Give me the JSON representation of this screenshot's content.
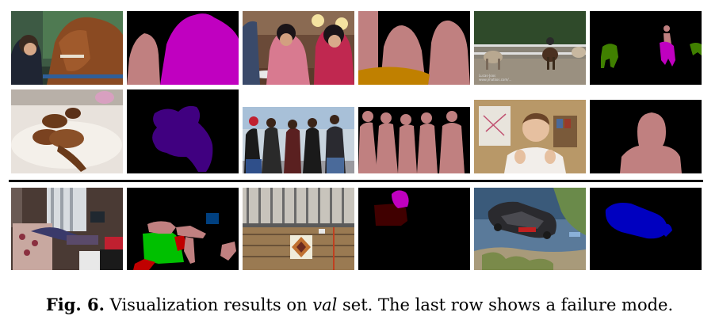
{
  "figure": {
    "caption": {
      "label": "Fig. 6.",
      "text_before": " Visualization results on ",
      "emphasis": "val",
      "text_after": " set. The last row shows a failure mode."
    },
    "photo_watermark": "Lucas-Joos\nwww.jmatkos.com/...",
    "colors": {
      "mask_background": "#000000",
      "person": "#c08080",
      "horse": "#c000c0",
      "dog": "#400080",
      "dining_table": "#c08000",
      "cow": "#408000",
      "chair": "#c00000",
      "sofa": "#00c000",
      "tv_monitor": "#004080",
      "potted_plant": "#400000",
      "car": "#0000c0",
      "divider": "#000000"
    }
  }
}
